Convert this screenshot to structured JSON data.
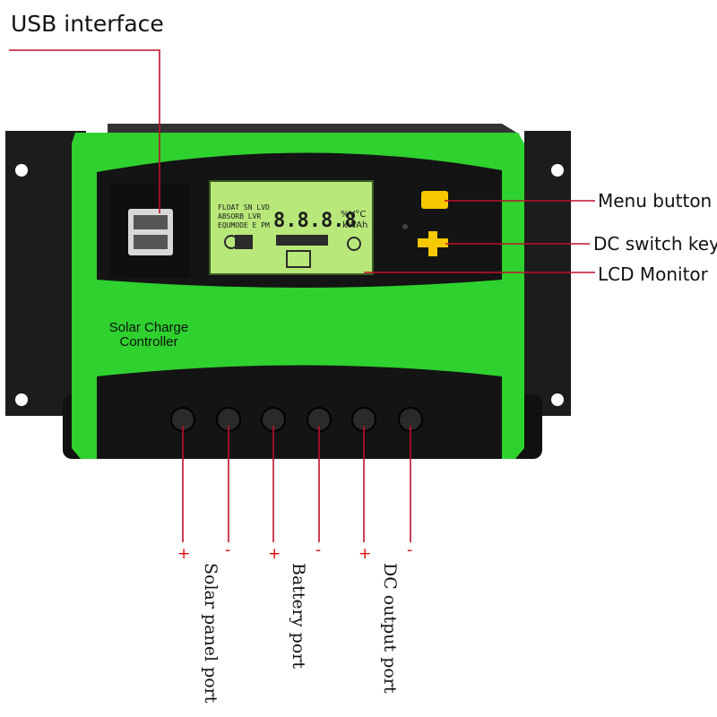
{
  "callouts": {
    "usb_interface": "USB interface",
    "menu_button": "Menu button",
    "dc_switch_key": "DC switch key",
    "lcd_monitor": "LCD Monitor"
  },
  "device": {
    "name_line1": "Solar Charge",
    "name_line2": "Controller"
  },
  "lcd": {
    "row1": "FLOAT SN  LVD",
    "row2": "ABSORB   LVR",
    "row3": "EQUMODE  E PM",
    "digits": "8.8.8.8",
    "unit_row1": "%V°C",
    "unit_row2": "kWAh"
  },
  "terminals": {
    "signs": [
      "+",
      "-",
      "+",
      "-",
      "+",
      "-"
    ]
  },
  "ports": {
    "solar": "Solar panel port",
    "battery": "Battery port",
    "dc_output": "DC output port"
  },
  "colors": {
    "body_green": "#2ed12e",
    "housing_black": "#1a1a1a",
    "lcd_green": "#b8e87a",
    "button_yellow": "#f5c800",
    "leader_red": "#c0102a"
  }
}
